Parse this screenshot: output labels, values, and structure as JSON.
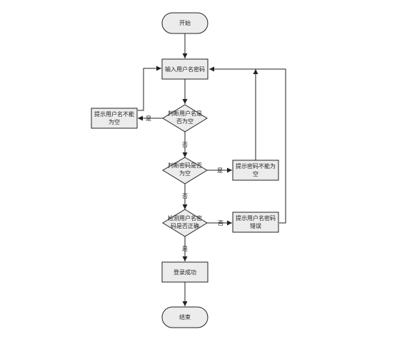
{
  "nodes": {
    "start": "开始",
    "input": "输入用户名密码",
    "check_user_l1": "判断用户名是",
    "check_user_l2": "否为空",
    "warn_user_l1": "提示用户名不能",
    "warn_user_l2": "为空",
    "check_pwd_l1": "判断密码是否",
    "check_pwd_l2": "为空",
    "warn_pwd_l1": "提示密码不能为",
    "warn_pwd_l2": "空",
    "verify_l1": "检测用户名密",
    "verify_l2": "码是否正确",
    "warn_err_l1": "提示用户名密码",
    "warn_err_l2": "错误",
    "success": "登录成功",
    "end": "结束"
  },
  "edges": {
    "user_empty_yes": "是",
    "user_empty_no": "否",
    "pwd_empty_yes": "是",
    "pwd_empty_no": "否",
    "verify_no": "否",
    "verify_yes": "是"
  }
}
